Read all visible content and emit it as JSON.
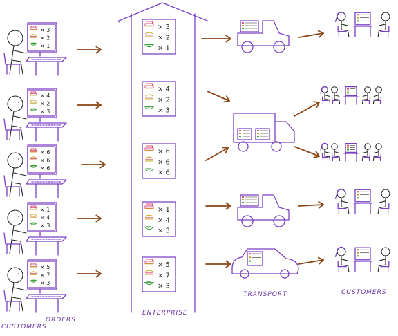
{
  "labels": {
    "customers_left": "CUSTOMERS",
    "orders": "ORDERS",
    "enterprise": "ENTERPRISE",
    "transport": "TRANSPORT",
    "customers_right": "CUSTOMERS"
  },
  "colors": {
    "ink": "#222222",
    "outline": "#7a3ec4",
    "arrow": "#8b4513",
    "cake": "#d94f7a",
    "hamburger": "#c9a020",
    "salad": "#3a9a3a"
  },
  "customer_orders": [
    {
      "q1": "× 3",
      "q2": "× 2",
      "q3": "× 1"
    },
    {
      "q1": "× 4",
      "q2": "× 2",
      "q3": "× 3"
    },
    {
      "q1": "× 6",
      "q2": "× 6",
      "q3": "× 6"
    },
    {
      "q1": "× 1",
      "q2": "× 4",
      "q3": "× 3"
    },
    {
      "q1": "× 5",
      "q2": "× 7",
      "q3": "× 3"
    }
  ],
  "enterprise_orders": [
    {
      "q1": "× 3",
      "q2": "× 2",
      "q3": "× 1"
    },
    {
      "q1": "× 4",
      "q2": "× 2",
      "q3": "× 3"
    },
    {
      "q1": "× 6",
      "q2": "× 6",
      "q3": "× 6"
    },
    {
      "q1": "× 1",
      "q2": "× 4",
      "q3": "× 3"
    },
    {
      "q1": "× 5",
      "q2": "× 7",
      "q3": "× 3"
    }
  ]
}
